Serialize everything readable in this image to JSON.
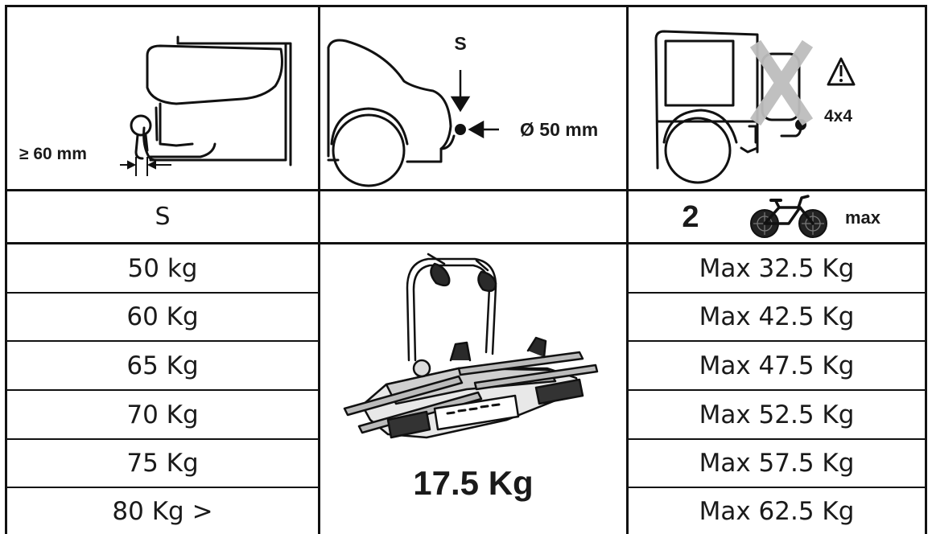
{
  "header_row": {
    "towball_clearance_label": "≥ 60 mm",
    "ball_marker_label": "S",
    "ball_diameter_label": "Ø 50 mm",
    "vehicle_type_label": "4x4",
    "icons": [
      "towbar-side-icon",
      "car-rear-towball-icon",
      "no-4x4-warning-icon"
    ]
  },
  "subheader_row": {
    "towball_load_header": "S",
    "bike_count": "2",
    "bike_max_label": "max",
    "icons": [
      "bicycle-icon"
    ]
  },
  "load_table": {
    "towball_loads": [
      "50 kg",
      "60 Kg",
      "65 Kg",
      "70 Kg",
      "75 Kg",
      "80 Kg >"
    ],
    "max_bike_loads": [
      "Max 32.5 Kg",
      "Max 42.5 Kg",
      "Max 47.5 Kg",
      "Max 52.5 Kg",
      "Max 57.5 Kg",
      "Max 62.5 Kg"
    ]
  },
  "carrier": {
    "weight_label": "17.5 Kg",
    "icons": [
      "bike-carrier-icon"
    ]
  },
  "colors": {
    "line": "#111111",
    "cross": "#bdbdbd",
    "background": "#ffffff"
  }
}
